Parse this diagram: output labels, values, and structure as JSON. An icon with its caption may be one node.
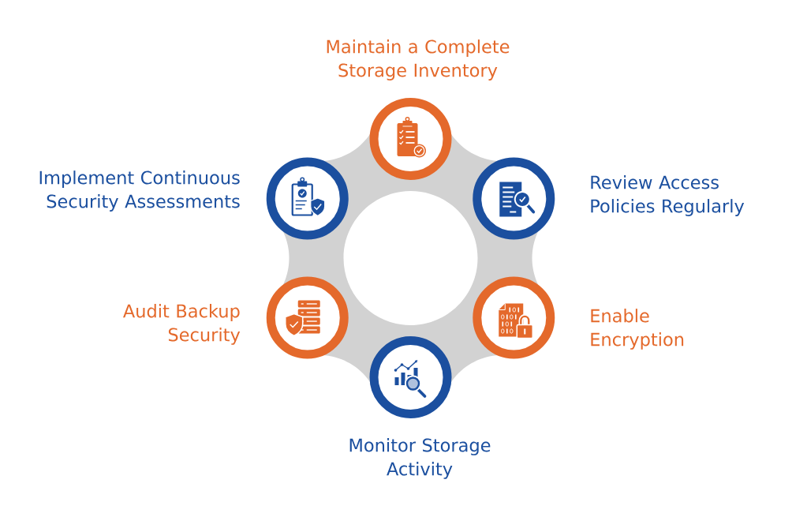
{
  "diagram": {
    "nodes": [
      {
        "text": [
          "Maintain a Complete Storage Inventory"
        ]
      },
      {
        "text": [
          "Implement Continuous Security Assessments"
        ]
      },
      {
        "text": [
          "Review Access Policies Regularly"
        ]
      },
      {
        "text": [
          "Audit Backup Security"
        ]
      },
      {
        "text": [
          "Enable Encryption"
        ]
      },
      {
        "text": [
          "Monitor Storage Activity"
        ]
      }
    ]
  }
}
